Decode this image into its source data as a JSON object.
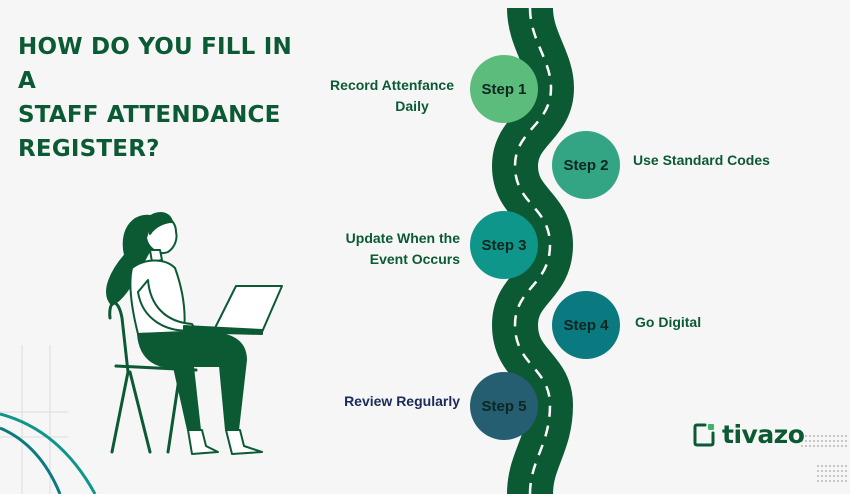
{
  "title_lines": [
    "HOW DO YOU FILL IN A",
    "STAFF ATTENDANCE",
    "REGISTER?"
  ],
  "steps": [
    {
      "badge": "Step 1",
      "label_lines": [
        "Record Attenfance",
        "Daily"
      ],
      "color": "#5cbc7c"
    },
    {
      "badge": "Step 2",
      "label_lines": [
        "Use Standard Codes"
      ],
      "color": "#34a584"
    },
    {
      "badge": "Step 3",
      "label_lines": [
        "Update When the",
        "Event Occurs"
      ],
      "color": "#0f968a"
    },
    {
      "badge": "Step 4",
      "label_lines": [
        "Go Digital"
      ],
      "color": "#0a7a80"
    },
    {
      "badge": "Step 5",
      "label_lines": [
        "Review Regularly"
      ],
      "color": "#255e70"
    }
  ],
  "logo": {
    "text": "tivazo",
    "icon": "tivazo-logo-icon"
  },
  "colors": {
    "road": "#0c5a34",
    "title": "#0c5a34",
    "background": "#f6f6f6"
  }
}
